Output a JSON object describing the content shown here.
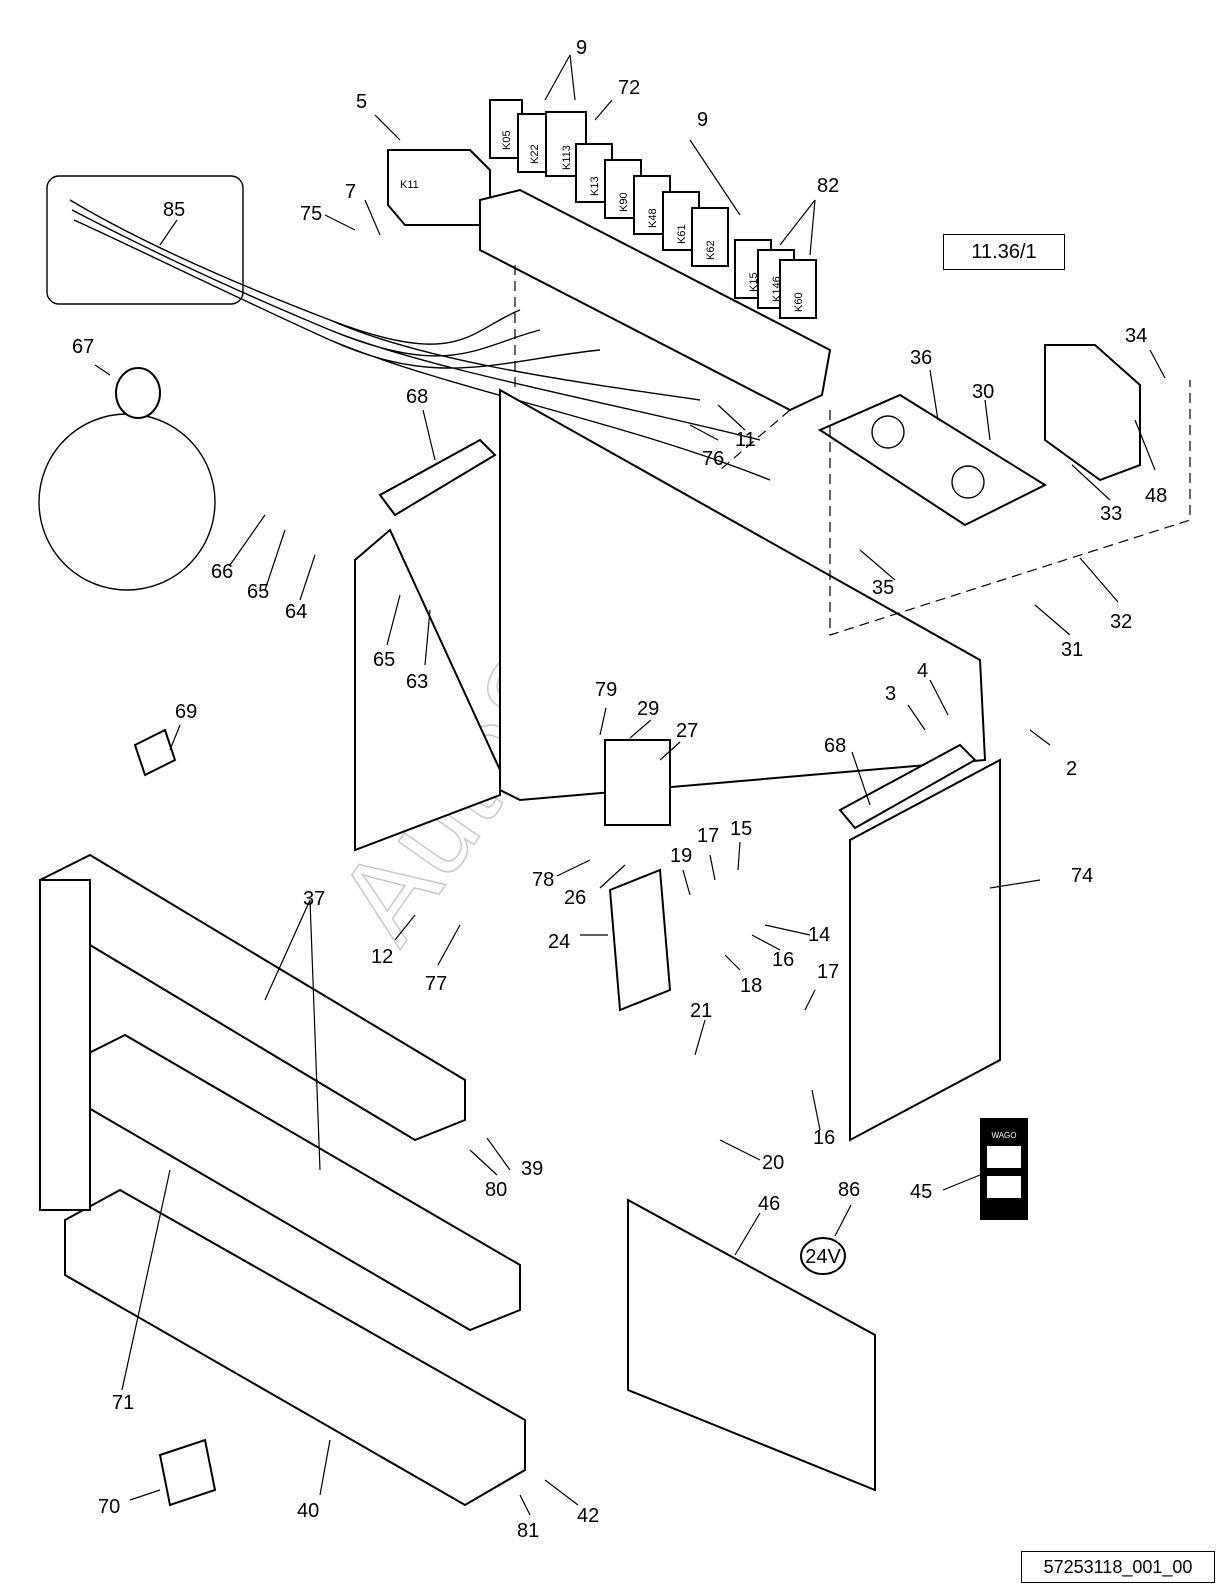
{
  "reference_box": "11.36/1",
  "drawing_number": "57253118_001_00",
  "watermark": "AutoSoft",
  "voltage_label": "24V",
  "wago_label": "WAGO",
  "relay_labels": [
    "K11",
    "K05",
    "K22",
    "K113",
    "K13",
    "K90",
    "K48",
    "K61",
    "K62",
    "K15",
    "K146",
    "K60"
  ],
  "callouts": [
    "2",
    "3",
    "4",
    "5",
    "7",
    "9",
    "9",
    "11",
    "12",
    "14",
    "15",
    "16",
    "16",
    "17",
    "17",
    "18",
    "19",
    "20",
    "21",
    "24",
    "26",
    "27",
    "29",
    "30",
    "31",
    "32",
    "33",
    "34",
    "35",
    "36",
    "37",
    "39",
    "40",
    "42",
    "45",
    "46",
    "48",
    "63",
    "64",
    "65",
    "65",
    "66",
    "67",
    "68",
    "68",
    "69",
    "70",
    "71",
    "72",
    "74",
    "75",
    "76",
    "77",
    "78",
    "79",
    "80",
    "81",
    "82",
    "85",
    "86"
  ]
}
